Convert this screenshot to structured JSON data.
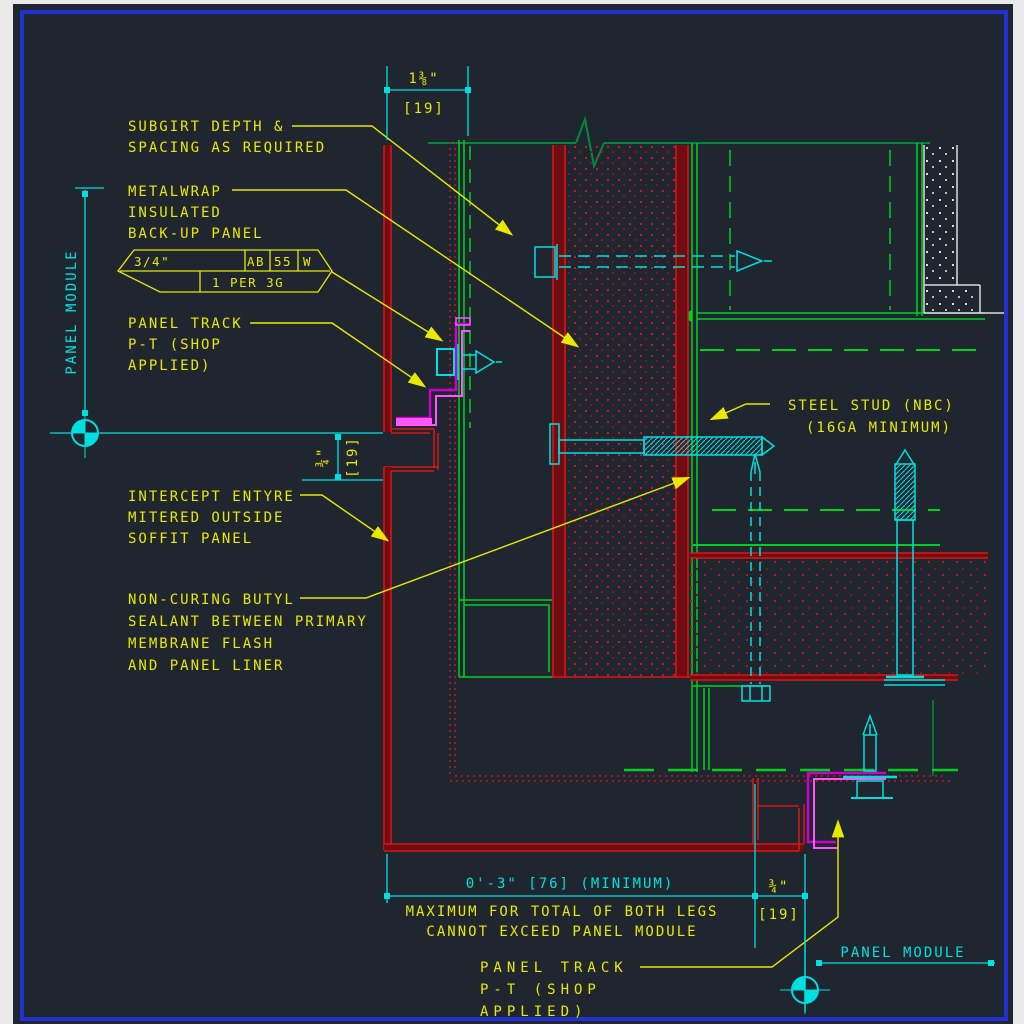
{
  "colors": {
    "background": "#20262f",
    "page_margin": "#e9e9e9",
    "border_blue": "#2230cf",
    "yellow": "#e8e800",
    "cyan": "#00e0e0",
    "red": "#e01515",
    "dark_red": "#6f0d12",
    "dot_red": "#d01025",
    "green": "#00d020",
    "dark_green": "#008a3c",
    "magenta": "#cc00cc",
    "pink": "#ff55ff",
    "white": "#dcdcdc"
  },
  "annotations": {
    "subgirt": {
      "line1": "SUBGIRT DEPTH &",
      "line2": "SPACING AS REQUIRED"
    },
    "metalwrap": {
      "line1": "METALWRAP",
      "line2": "INSULATED",
      "line3": "BACK-UP PANEL"
    },
    "fastener_tag": {
      "size": "3/4\"",
      "col1": "AB",
      "col2": "55",
      "col3": "W",
      "note": "1 PER 3G"
    },
    "panel_track_upper": {
      "line1": "PANEL TRACK",
      "line2": "P-T (SHOP",
      "line3": "APPLIED)"
    },
    "steel_stud": {
      "line1": "STEEL STUD (NBC)",
      "line2": "(16GA MINIMUM)"
    },
    "soffit_panel": {
      "line1": "INTERCEPT ENTYRE",
      "line2": "MITERED OUTSIDE",
      "line3": "SOFFIT PANEL"
    },
    "butyl_sealant": {
      "line1": "NON-CURING BUTYL",
      "line2": "SEALANT BETWEEN PRIMARY",
      "line3": "MEMBRANE FLASH",
      "line4": "AND PANEL LINER"
    },
    "legs_note": {
      "line1": "MAXIMUM FOR TOTAL OF BOTH LEGS",
      "line2": "CANNOT EXCEED PANEL MODULE"
    },
    "panel_track_lower": {
      "line1": "PANEL TRACK",
      "line2": "P-T (SHOP",
      "line3": "APPLIED)"
    }
  },
  "dimensions": {
    "panel_depth": {
      "imperial": "1⅜\"",
      "metric": "[19]"
    },
    "left_panel_module": "PANEL MODULE",
    "face_step": {
      "imperial": "¾\"",
      "metric": "[19]"
    },
    "leg_min": "0'-3\" [76] (MINIMUM)",
    "bottom_step": {
      "imperial": "¾\"",
      "metric": "[19]"
    },
    "right_panel_module": "PANEL MODULE"
  }
}
